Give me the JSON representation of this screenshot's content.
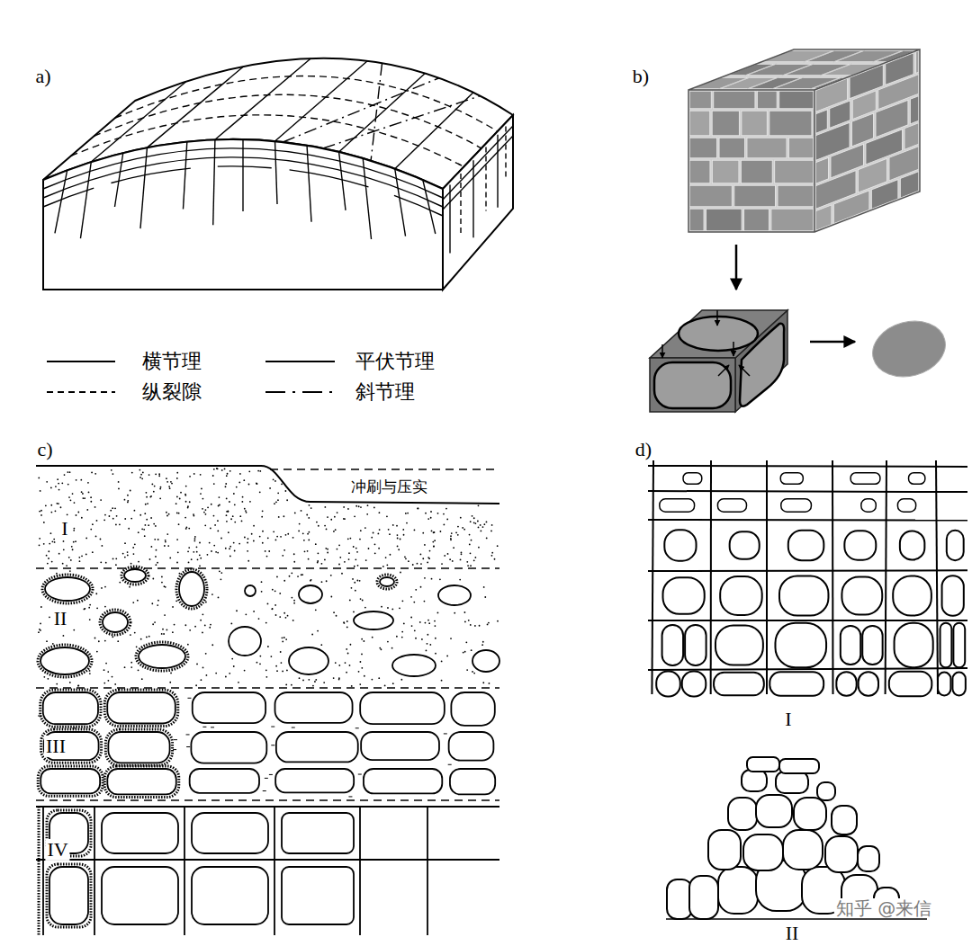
{
  "diagram": {
    "labels": [
      "a)",
      "b)",
      "c)",
      "冲刷与压实",
      "I",
      "II",
      "III",
      "IV",
      "d)",
      "I",
      "II",
      "知乎 @来信"
    ],
    "legend": [
      {
        "text": "横节理"
      },
      {
        "text": "平伏节理"
      },
      {
        "text": "纵裂隙"
      },
      {
        "text": "斜节理"
      }
    ]
  }
}
